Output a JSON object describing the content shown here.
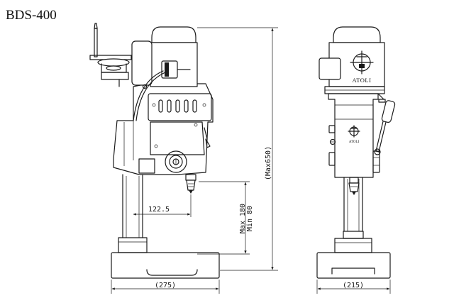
{
  "title": "BDS-400",
  "brand": {
    "name": "ATOLI"
  },
  "dimensions": {
    "horizontal_reach": "122.5",
    "overall_height": "(Max650)",
    "stroke_max": "Max 180",
    "stroke_min": "Min 80",
    "base_length": "(275)",
    "base_width": "(215)"
  }
}
